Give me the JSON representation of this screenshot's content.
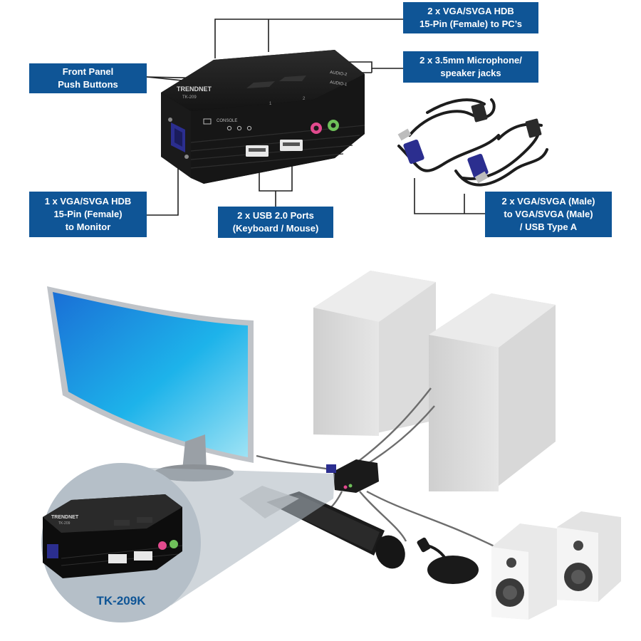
{
  "callouts": {
    "vga_to_pc": [
      "2 x VGA/SVGA HDB",
      "15-Pin (Female) to PC’s"
    ],
    "front_panel": [
      "Front Panel",
      "Push Buttons"
    ],
    "audio_jacks": [
      "2 x 3.5mm Microphone/",
      "speaker jacks"
    ],
    "vga_monitor": [
      "1 x VGA/SVGA HDB",
      "15-Pin (Female)",
      "to Monitor"
    ],
    "usb_ports": [
      "2 x USB 2.0 Ports",
      "(Keyboard / Mouse)"
    ],
    "cables": [
      "2 x VGA/SVGA (Male)",
      "to VGA/SVGA (Male)",
      "/ USB Type A"
    ]
  },
  "device": {
    "brand": "TRENDNET",
    "model_small": "TK-209",
    "port_label_console": "CONSOLE",
    "audio_label_1": "AUDIO-1",
    "audio_label_2": "AUDIO-2",
    "button_1": "1",
    "button_2": "2"
  },
  "model_label": "TK-209K",
  "colors": {
    "callout_bg": "#0f5596",
    "device_body": "#1b1b1b",
    "vga_blue": "#2b2e8f"
  }
}
